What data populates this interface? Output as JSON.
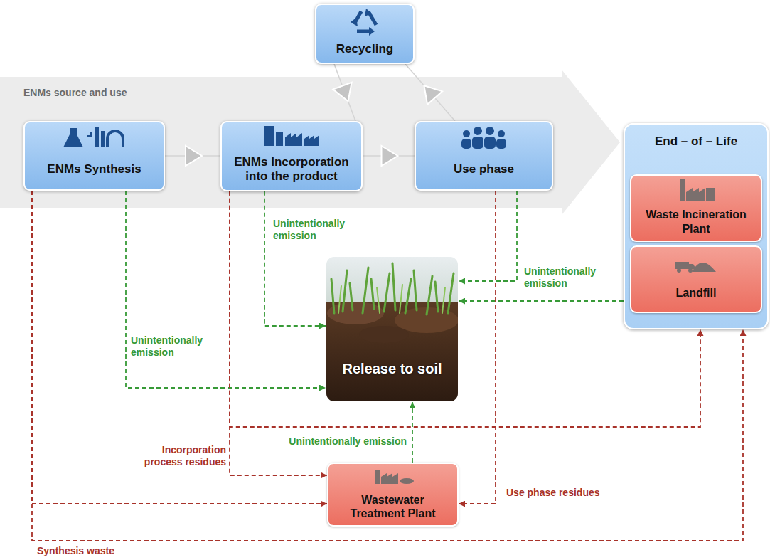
{
  "diagram": {
    "nodes": [
      {
        "text": [
          "Recycling"
        ]
      },
      {
        "text": [
          "ENMs Synthesis"
        ]
      },
      {
        "text": [
          "ENMs Incorporation into the product"
        ]
      },
      {
        "text": [
          "Use phase"
        ]
      },
      {
        "text": [
          "End – of – Life"
        ]
      },
      {
        "text": [
          "Waste Incineration Plant"
        ],
        "in": 4
      },
      {
        "text": [
          "Landfill"
        ],
        "in": 4
      },
      {
        "text": [
          "Release to soil"
        ]
      },
      {
        "text": [
          "Wastewater Treatment Plant"
        ]
      }
    ],
    "edges": [
      {
        "from": 1,
        "to": 2,
        "arrow": "to"
      },
      {
        "from": 2,
        "to": 3,
        "arrow": "to"
      },
      {
        "from": 0,
        "to": 2,
        "arrow": "to"
      },
      {
        "from": 3,
        "to": 0,
        "arrow": "to"
      },
      {
        "from": 1,
        "to": 7,
        "label": "Unintentionally emission",
        "arrow": "to"
      },
      {
        "from": 2,
        "to": 7,
        "label": "Unintentionally emission",
        "arrow": "to"
      },
      {
        "from": 3,
        "to": 7,
        "label": "Unintentionally emission",
        "arrow": "to"
      },
      {
        "from": 4,
        "to": 7,
        "arrow": "to"
      },
      {
        "from": 8,
        "to": 7,
        "label": "Unintentionally emission",
        "arrow": "to"
      },
      {
        "from": 1,
        "to": 8,
        "arrow": "to"
      },
      {
        "from": 1,
        "to": 4,
        "label": "Synthesis waste",
        "arrow": "to"
      },
      {
        "from": 2,
        "to": 8,
        "label": "Incorporation process residues",
        "arrow": "to"
      },
      {
        "from": 2,
        "to": 4,
        "arrow": "to"
      },
      {
        "from": 3,
        "to": 8,
        "label": "Use phase residues",
        "arrow": "to"
      }
    ],
    "labels": [
      "ENMs source and use"
    ]
  }
}
